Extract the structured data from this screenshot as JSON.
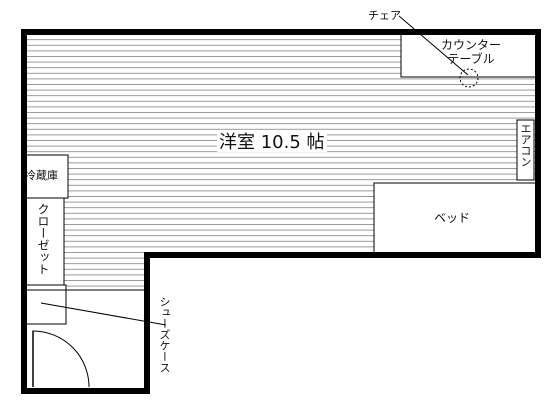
{
  "room": {
    "name": "洋室 10.5 帖"
  },
  "furniture": {
    "chair": "チェア",
    "counter_table": "カウンター\nテーブル",
    "aircon": "エアコン",
    "bed": "ベッド",
    "fridge": "冷蔵庫",
    "closet": "クローゼット",
    "shoe_case": "シューズケース"
  },
  "colors": {
    "wall": "#000000",
    "floor_line": "#8a8a8a",
    "background": "#ffffff"
  }
}
